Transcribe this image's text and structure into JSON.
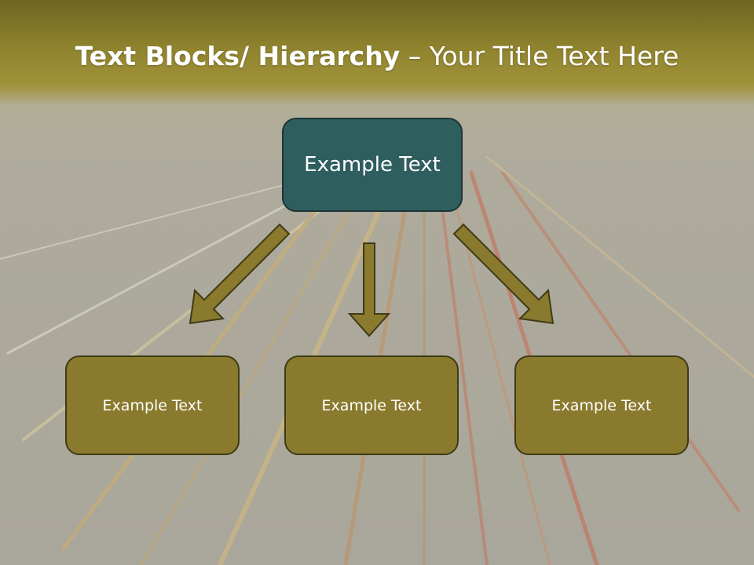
{
  "slide": {
    "title_bold": "Text Blocks/ Hierarchy",
    "title_rest": " – Your Title Text Here"
  },
  "diagram": {
    "root": {
      "label": "Example Text"
    },
    "children": [
      {
        "label": "Example Text"
      },
      {
        "label": "Example Text"
      },
      {
        "label": "Example Text"
      }
    ]
  },
  "colors": {
    "title_band": "#8f832e",
    "root_fill": "#2f5e5f",
    "child_fill": "#8a7a2e",
    "arrow_fill": "#8a7a2e",
    "background": "#a8a596"
  }
}
